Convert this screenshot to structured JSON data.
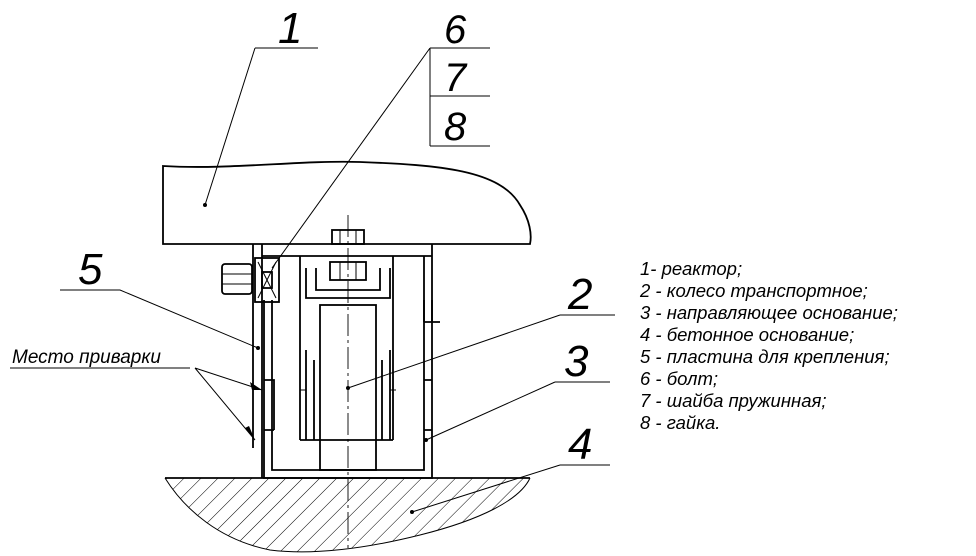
{
  "callouts": [
    "1",
    "2",
    "3",
    "4",
    "5",
    "6",
    "7",
    "8"
  ],
  "weld_label": "Место приварки",
  "legend": [
    "1-   реактор;",
    "2 -  колесо  транспортное;",
    "3 - направляющее основание;",
    "4  -  бетонное основание;",
    "5 - пластина  для крепления;",
    "6 - болт;",
    "7 - шайба пружинная;",
    "8 - гайка."
  ]
}
